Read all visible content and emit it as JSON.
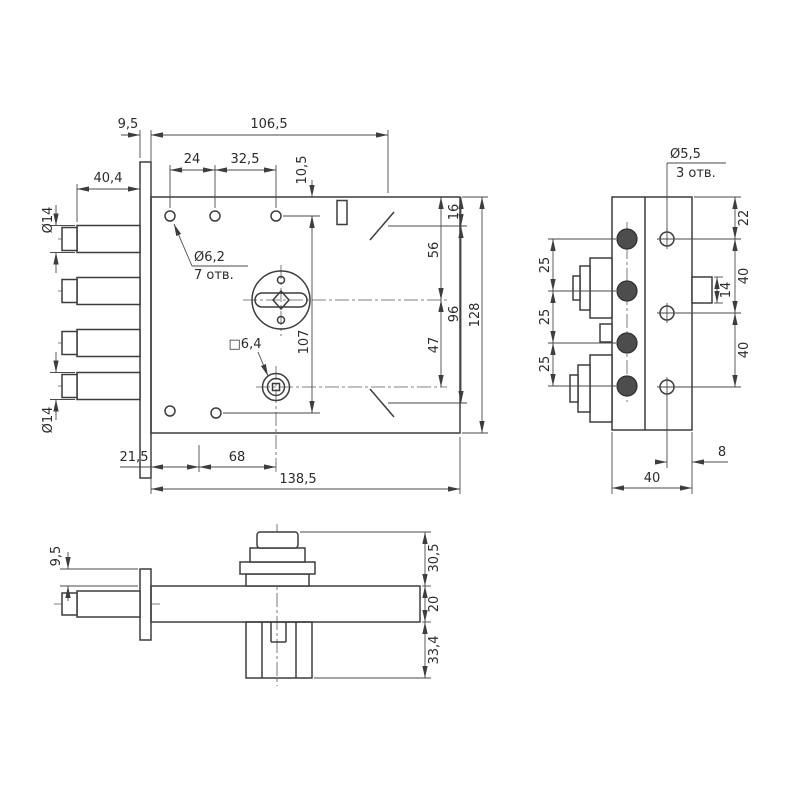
{
  "drawing": {
    "front_view": {
      "dim_top_offset": "9,5",
      "dim_top_width": "106,5",
      "dim_hole_span_1": "24",
      "dim_hole_span_2": "32,5",
      "dim_hole_top_offset": "10,5",
      "dim_bolt_length": "40,4",
      "dim_bolt_dia_top": "Ø14",
      "note_hole_dia": "Ø6,2",
      "note_hole_count": "7 отв.",
      "note_square": "□6,4",
      "dim_slot_top": "16",
      "dim_keyhole_top": "56",
      "dim_slot_span": "96",
      "dim_body_height": "128",
      "dim_knob_keyhole": "47",
      "dim_hole_rows": "107",
      "dim_bolt_dia_bottom": "Ø14",
      "dim_bottom_offset": "21,5",
      "dim_knob_x": "68",
      "dim_body_width": "138,5"
    },
    "side_view": {
      "note_hole_dia": "Ø5,5",
      "note_hole_count": "3 отв.",
      "dim_hole_top": "22",
      "dim_bolt_pitch_1": "25",
      "dim_bolt_pitch_2": "25",
      "dim_bolt_pitch_3": "25",
      "dim_latch_height": "14",
      "dim_hole_pitch_1": "40",
      "dim_hole_pitch_2": "40",
      "dim_hole_edge": "8",
      "dim_case_depth": "40"
    },
    "bottom_view": {
      "dim_faceplate_offset": "9,5",
      "dim_knob_height": "30,5",
      "dim_case_thickness": "20",
      "dim_cover_height": "33,4"
    }
  }
}
